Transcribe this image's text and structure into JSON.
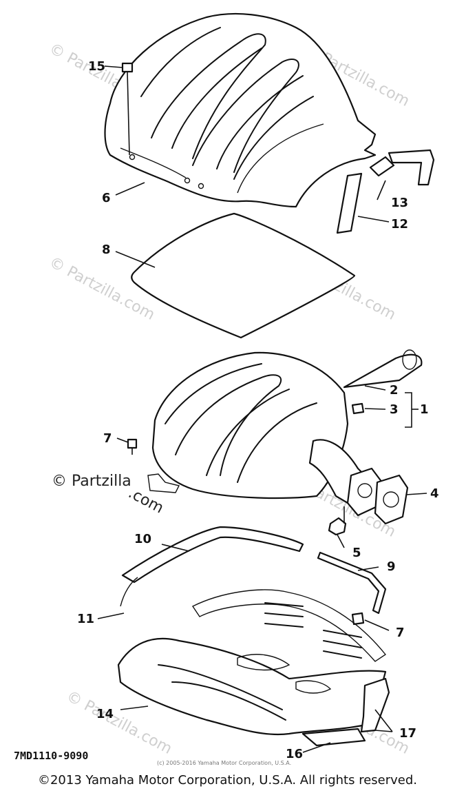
{
  "watermarks": {
    "faint_text": "© Partzilla.com",
    "dark_line1": "© Partzilla",
    "dark_line2": ".com"
  },
  "callouts": {
    "c1": "1",
    "c2": "2",
    "c3": "3",
    "c4": "4",
    "c5": "5",
    "c6": "6",
    "c7a": "7",
    "c7b": "7",
    "c8": "8",
    "c9": "9",
    "c10": "10",
    "c11": "11",
    "c12": "12",
    "c13": "13",
    "c14": "14",
    "c15": "15",
    "c16": "16",
    "c17": "17"
  },
  "diagram_code": "7MD1110-9090",
  "fine_print": "(c) 2005-2016 Yamaha Motor Corporation, U.S.A.",
  "copyright": "©2013 Yamaha Motor Corporation, U.S.A. All rights reserved."
}
